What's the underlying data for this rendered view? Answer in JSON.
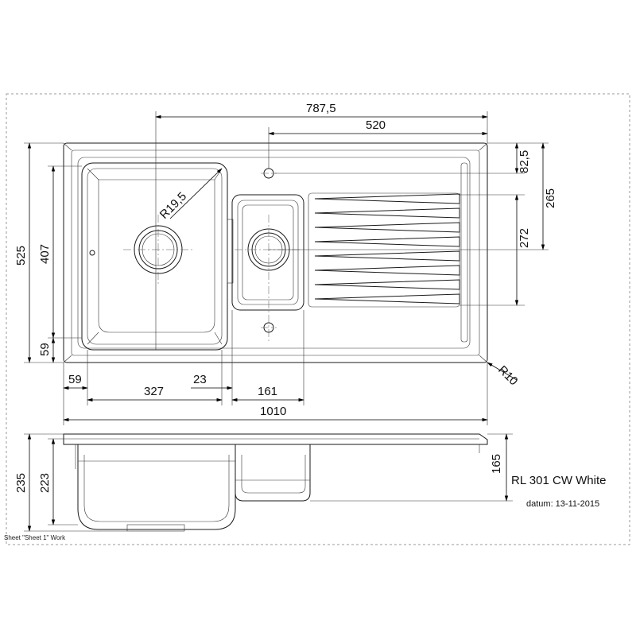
{
  "title": "RL 301 CW White",
  "date_label": "datum: 13-11-2015",
  "sheet_label": "Sheet \"Sheet 1\" Work",
  "dimensions": {
    "overall_width": "1010",
    "overall_length_top": "787,5",
    "drainer_width": "520",
    "tap_offset": "82,5",
    "drainer_height": "265",
    "bowl_spacing": "272",
    "overall_depth": "525",
    "bowl_depth": "407",
    "front_edge": "59",
    "left_edge": "59",
    "main_bowl_width": "327",
    "divider_gap": "23",
    "second_bowl_width": "161",
    "corner_radius_main": "R19,5",
    "corner_radius_outer": "R10",
    "side_height_total": "235",
    "side_height_main": "223",
    "side_height_second": "165"
  }
}
